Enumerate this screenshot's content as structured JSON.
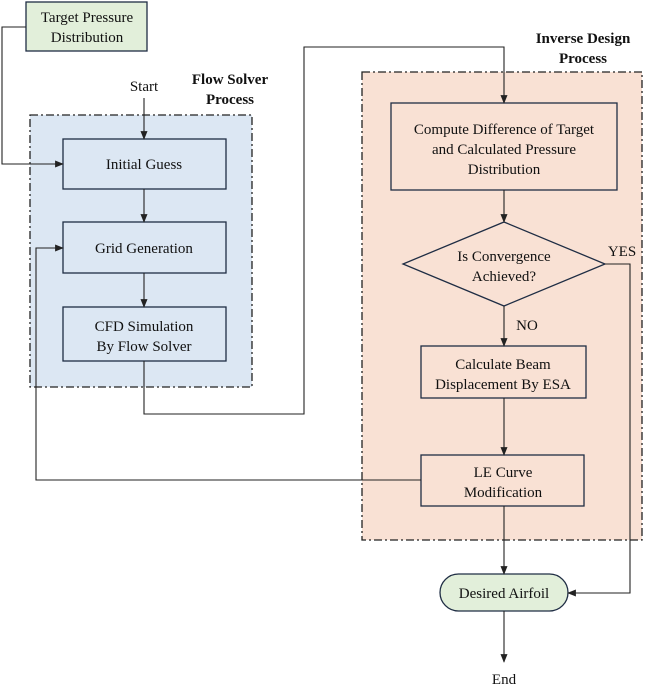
{
  "colors": {
    "flow_region_fill": "#dce7f3",
    "design_region_fill": "#f9e1d4",
    "terminal_fill": "#e2efda",
    "box_stroke": "#1f2d44",
    "arrow": "#222222"
  },
  "diagram": {
    "target": [
      "Target Pressure",
      "Distribution"
    ],
    "start": "Start",
    "end": "End",
    "flow_solver_title": [
      "Flow Solver",
      "Process"
    ],
    "inverse_design_title": [
      "Inverse Design",
      "Process"
    ],
    "initial_guess": "Initial Guess",
    "grid_generation": "Grid Generation",
    "cfd_simulation": [
      "CFD Simulation",
      "By Flow Solver"
    ],
    "compute_difference": [
      "Compute Difference of Target",
      "and Calculated Pressure",
      "Distribution"
    ],
    "convergence": [
      "Is Convergence",
      "Achieved?"
    ],
    "yes": "YES",
    "no": "NO",
    "beam_displacement": [
      "Calculate Beam",
      "Displacement By ESA"
    ],
    "le_curve": [
      "LE Curve",
      "Modification"
    ],
    "desired_airfoil": "Desired Airfoil"
  }
}
